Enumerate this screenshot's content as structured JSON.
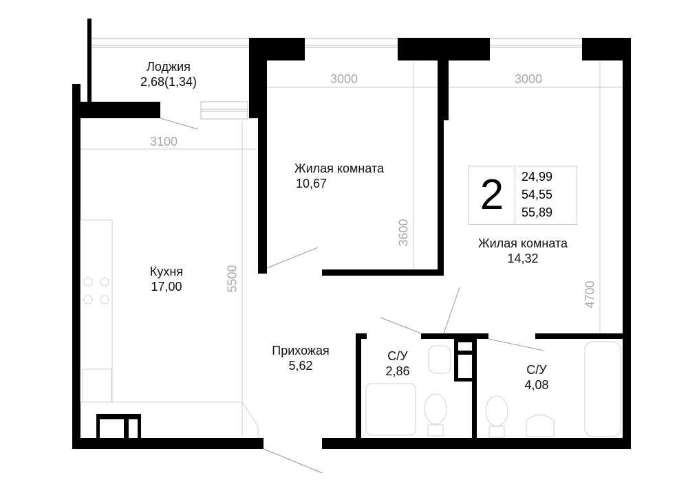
{
  "rooms": {
    "loggia": {
      "name": "Лоджия",
      "area": "2,68(1,34)"
    },
    "bedroom1": {
      "name": "Жилая комната",
      "area": "10,67"
    },
    "bedroom2": {
      "name": "Жилая комната",
      "area": "14,32"
    },
    "kitchen": {
      "name": "Кухня",
      "area": "17,00"
    },
    "hallway": {
      "name": "Прихожая",
      "area": "5,62"
    },
    "bath1": {
      "name": "С/У",
      "area": "2,86"
    },
    "bath2": {
      "name": "С/У",
      "area": "4,08"
    }
  },
  "dimensions": {
    "bedroom1_width": "3000",
    "bedroom2_width": "3000",
    "kitchen_width": "3100",
    "bedroom1_depth": "3600",
    "kitchen_depth": "5500",
    "bedroom2_depth": "4700"
  },
  "info": {
    "rooms_count": "2",
    "living_area": "24,99",
    "total_area": "54,55",
    "total_with_loggia": "55,89"
  },
  "colors": {
    "wall": "#000000",
    "furniture": "#d0d0d0",
    "dimension": "#a8a8a8"
  }
}
